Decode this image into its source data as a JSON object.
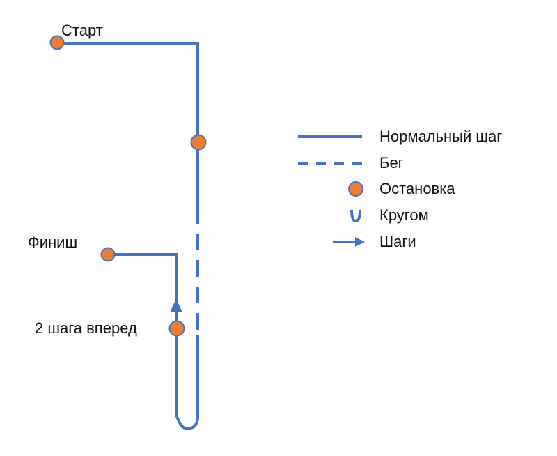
{
  "colors": {
    "path": "#4472C4",
    "stop_fill": "#ED7D31",
    "text": "#111111",
    "background": "#FFFFFF"
  },
  "labels": {
    "start": "Старт",
    "finish": "Финиш",
    "two_steps": "2 шага вперед"
  },
  "legend": [
    {
      "symbol": "solid-line",
      "label": "Нормальный шаг"
    },
    {
      "symbol": "dashed-line",
      "label": "Бег"
    },
    {
      "symbol": "orange-dot",
      "label": "Остановка"
    },
    {
      "symbol": "u-turn-icon",
      "label": "Кругом"
    },
    {
      "symbol": "arrow-icon",
      "label": "Шаги"
    }
  ]
}
